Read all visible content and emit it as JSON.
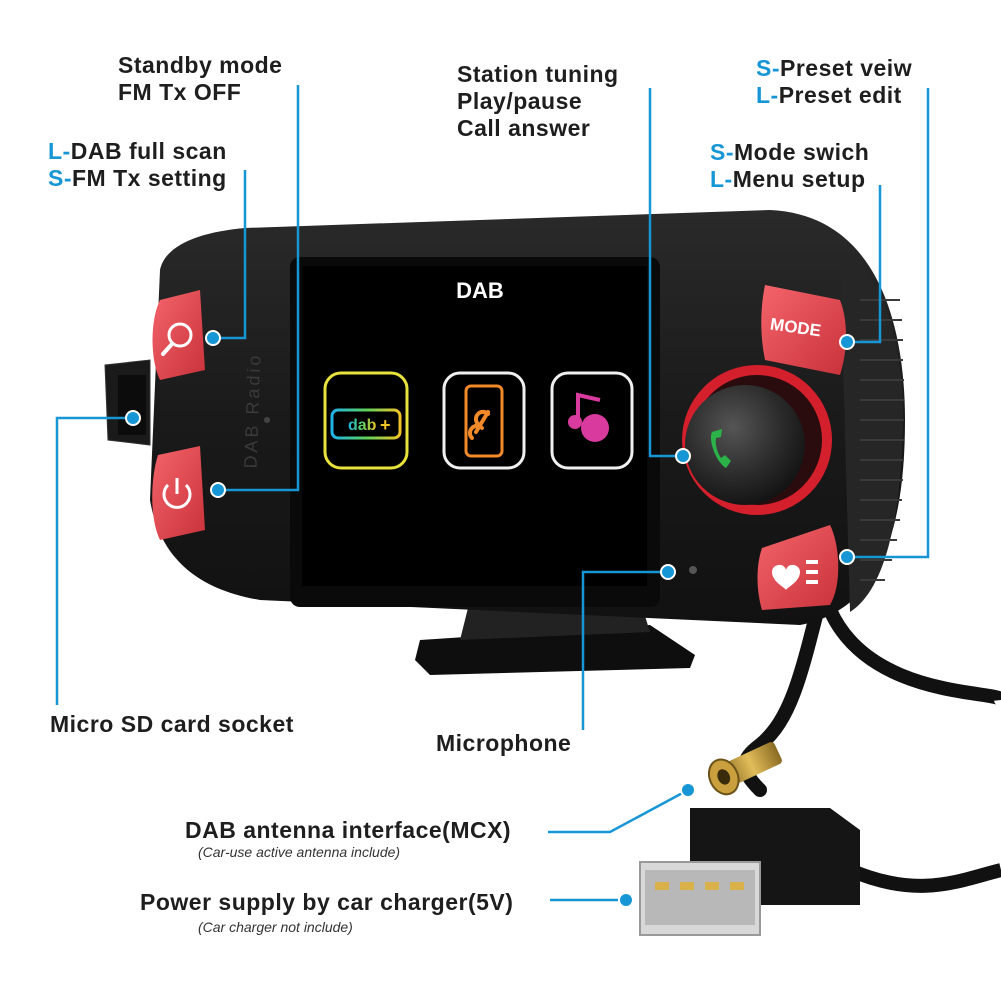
{
  "device": {
    "screen_title": "DAB",
    "mode_button_label": "MODE",
    "side_engraving": "DAB Radio",
    "icon_dab_text": "dab"
  },
  "callouts": {
    "standby": {
      "line1": "Standby mode",
      "line2": "FM Tx OFF"
    },
    "dab_scan": {
      "line1_prefix": "L-",
      "line1_text": "DAB full scan",
      "line2_prefix": "S-",
      "line2_text": "FM Tx setting"
    },
    "tuning": {
      "line1": "Station tuning",
      "line2": "Play/pause",
      "line3": "Call answer"
    },
    "preset": {
      "line1_prefix": "S-",
      "line1_text": "Preset veiw",
      "line2_prefix": "L-",
      "line2_text": "Preset edit"
    },
    "mode": {
      "line1_prefix": "S-",
      "line1_text": "Mode swich",
      "line2_prefix": "L-",
      "line2_text": "Menu setup"
    },
    "sd_card": "Micro SD card socket",
    "microphone": "Microphone",
    "antenna": {
      "title": "DAB antenna interface(MCX)",
      "note": "(Car-use active antenna include)"
    },
    "power": {
      "title": "Power supply by car charger(5V)",
      "note": "(Car charger not include)"
    }
  },
  "colors": {
    "accent_blue": "#1796d6",
    "button_red": "#e8424a",
    "body_dark": "#1c1c1c",
    "knob_ring": "#d4202c"
  }
}
